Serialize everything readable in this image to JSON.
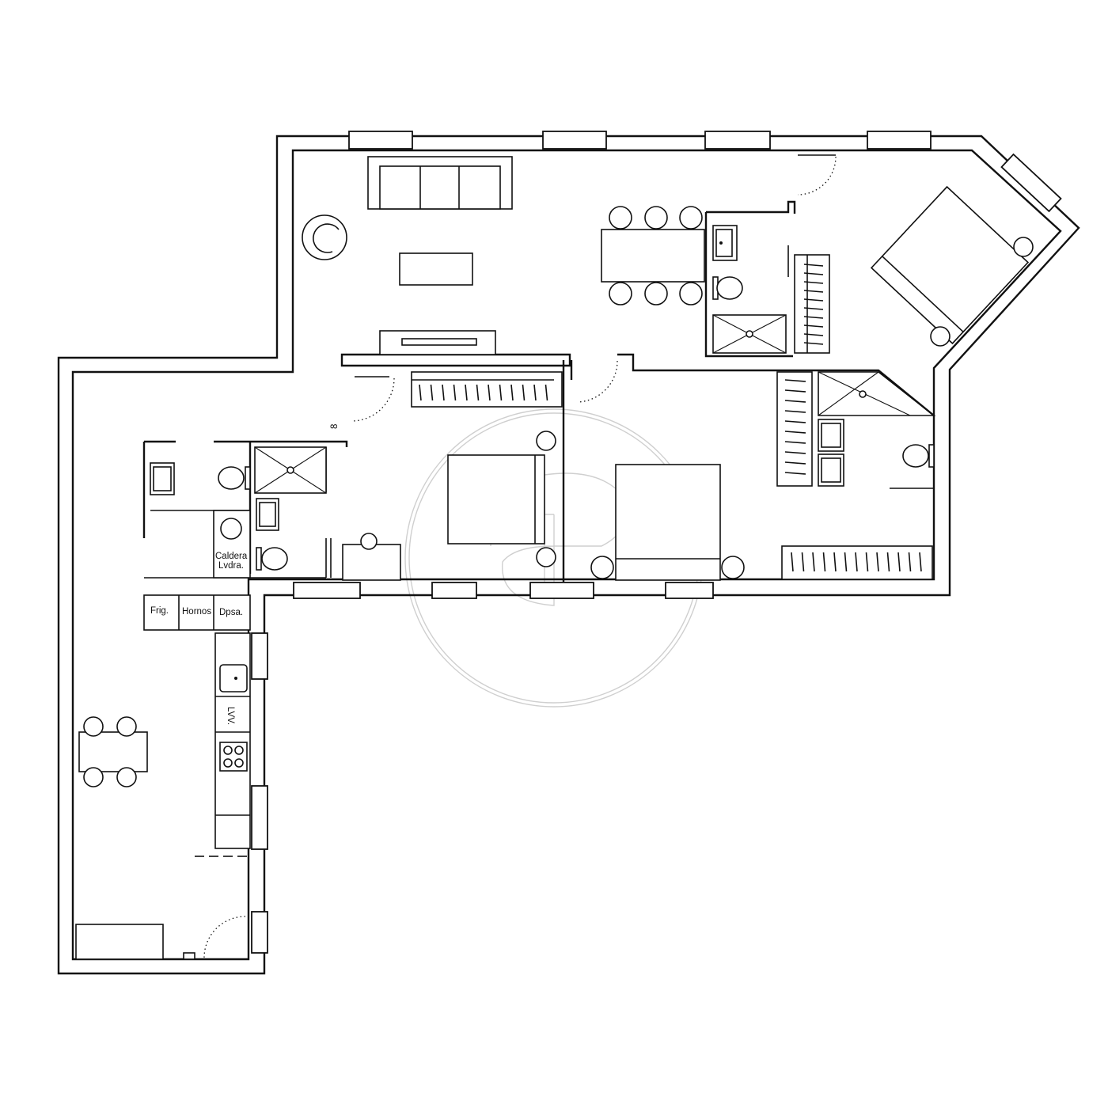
{
  "labels": {
    "fridge": "Frig.",
    "ovens": "Hornos",
    "pantry": "Dpsa.",
    "boiler_line1": "Caldera",
    "boiler_line2": "Lvdra.",
    "dishwasher": "LVV.",
    "symbol_8": "8"
  },
  "icons": {
    "watermark": "ap-logo-watermark",
    "sink": "sink-icon",
    "toilet": "toilet-icon",
    "shower": "shower-tray-icon",
    "hob": "cooktop-icon",
    "bed": "bed-icon",
    "chair": "chair-icon",
    "plant": "plant-icon"
  },
  "colors": {
    "line": "#111111",
    "background": "#ffffff",
    "watermark": "#cfcfcf"
  }
}
